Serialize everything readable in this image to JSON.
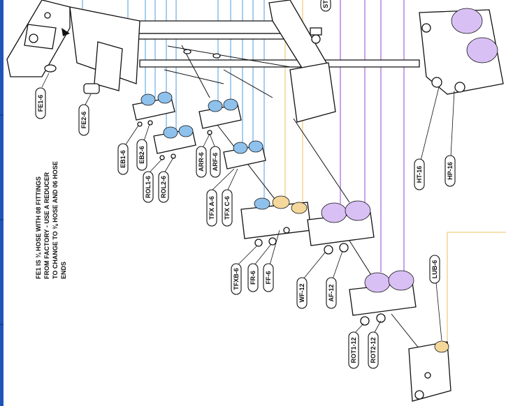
{
  "colors": {
    "blue_hose": "#8ec1ec",
    "purple_hose": "#b98be8",
    "yellow_hose": "#f4d79a",
    "line": "#111111",
    "border": "#1f55b8"
  },
  "labels": {
    "fe1": "FE1-6",
    "fe2": "FE2-6",
    "eb1": "EB1-6",
    "eb2": "EB2-6",
    "rol1": "ROL1-6",
    "rol2": "ROL2-6",
    "arr": "ARR-6",
    "arf": "ARF-6",
    "tfxa": "TFX A-6",
    "tfxc": "TFX C-6",
    "tfxb": "TFXB-6",
    "fr": "FR-6",
    "ff": "FF-6",
    "wf": "WF-12",
    "af": "AF-12",
    "rot1": "ROT1-12",
    "rot2": "ROT2-12",
    "lub": "LUB-6",
    "ht": "HT-16",
    "hp": "HP-16",
    "st": "ST"
  },
  "note": {
    "line1": "FE1 IS ¾ HOSE WITH 08 FITTINGS",
    "line2": "FROM FACTORY - USE A REDUCER",
    "line3": "TO CHANGE TO ⅜ HOSE AND 06 HOSE",
    "line4": "ENDS"
  }
}
